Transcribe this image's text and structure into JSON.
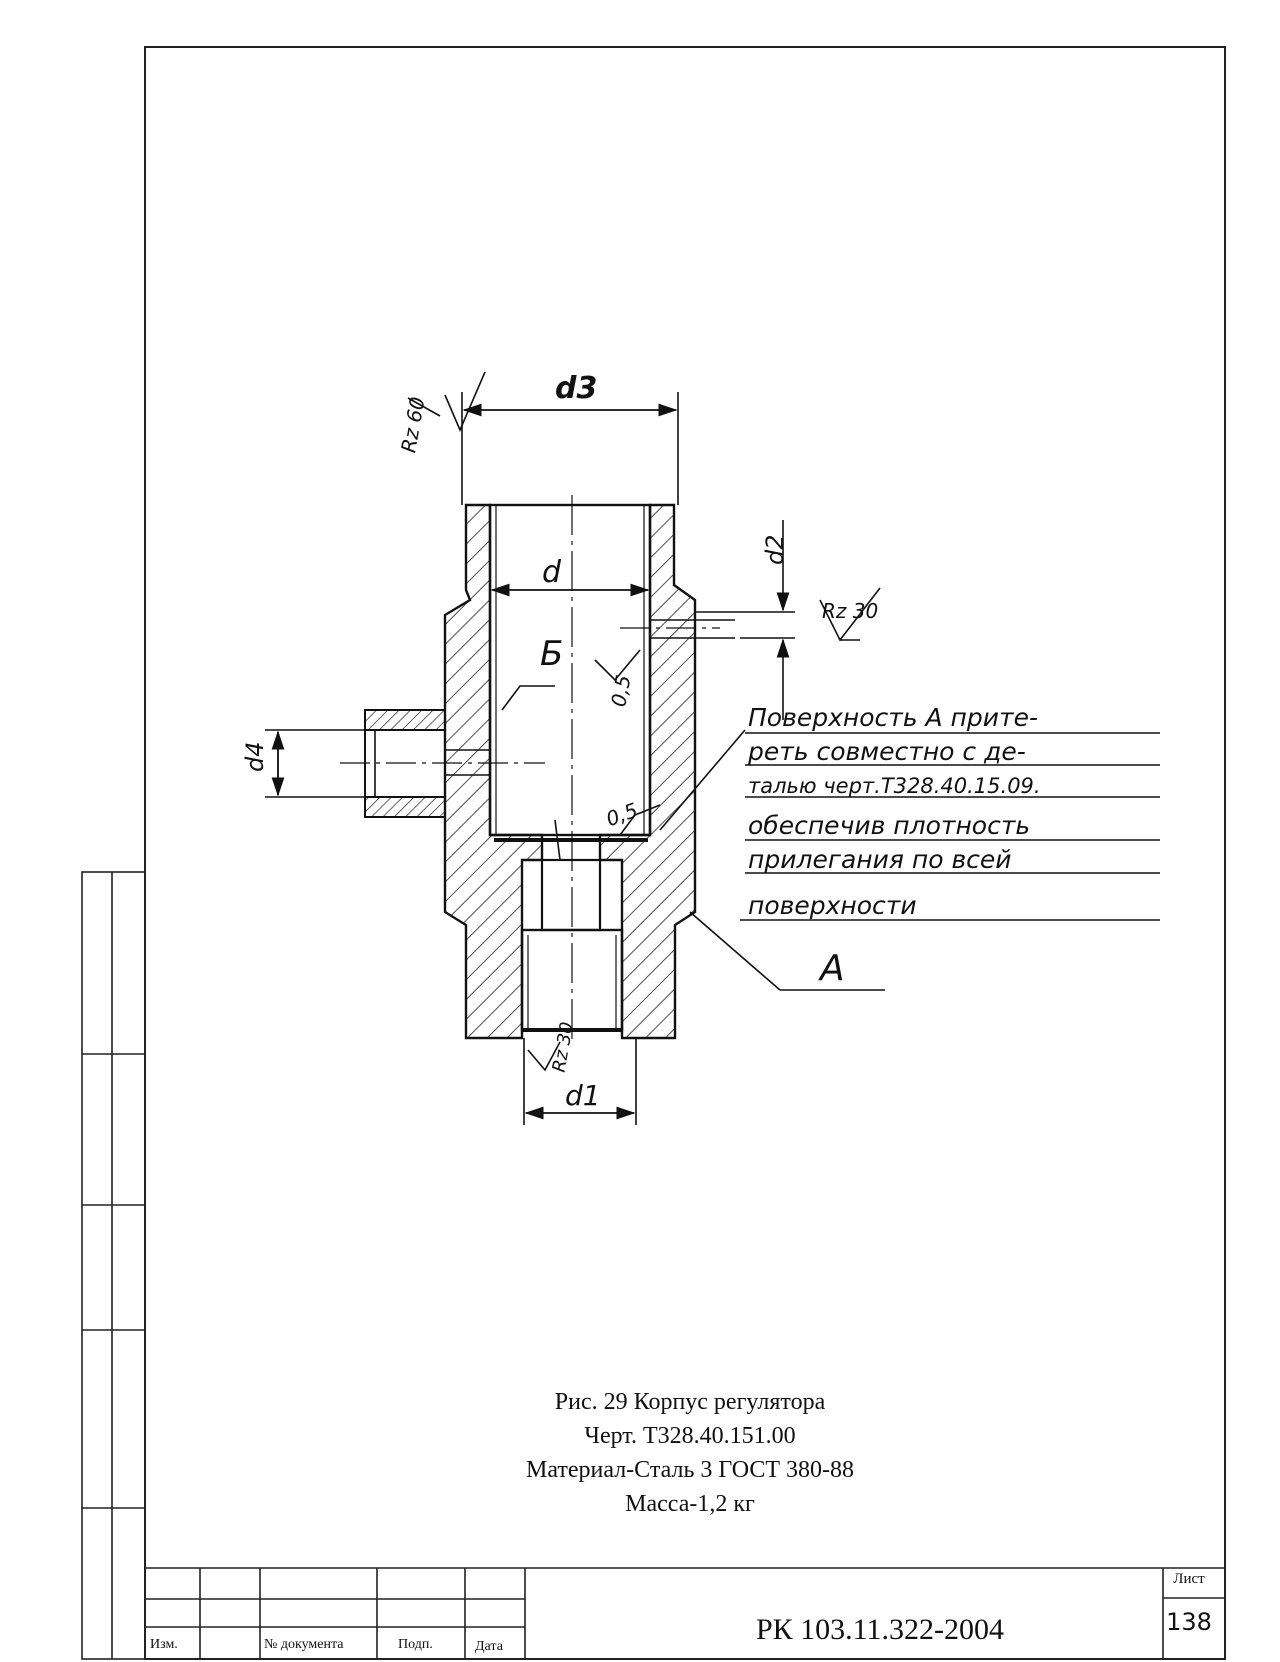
{
  "drawing": {
    "dimension_labels": {
      "d3": "d3",
      "d": "d",
      "d2": "d2",
      "d4": "d4",
      "d1": "d1",
      "rz60": "Rz 60",
      "rz30_right": "Rz 30",
      "rz30_bottom": "Rz 30",
      "ra05": "0,5",
      "ra05_b": "0,5",
      "b_label": "Б",
      "a_label": "А"
    },
    "note_lines": [
      "Поверхность А прите-",
      "реть совместно с де-",
      "талью черт.Т328.40.15.09.",
      "обеспечив плотность",
      "прилегания по всей",
      "поверхности"
    ]
  },
  "caption": {
    "line1": "Рис. 29  Корпус регулятора",
    "line2": "Черт. Т328.40.151.00",
    "line3": "Материал-Сталь 3 ГОСТ 380-88",
    "line4": "Масса-1,2 кг"
  },
  "title_block": {
    "izm": "Изм.",
    "doc_no": "№ документа",
    "podp": "Подп.",
    "data": "Дата",
    "doc_code": "РК 103.11.322-2004",
    "sheet_label": "Лист",
    "sheet_number": "138"
  }
}
